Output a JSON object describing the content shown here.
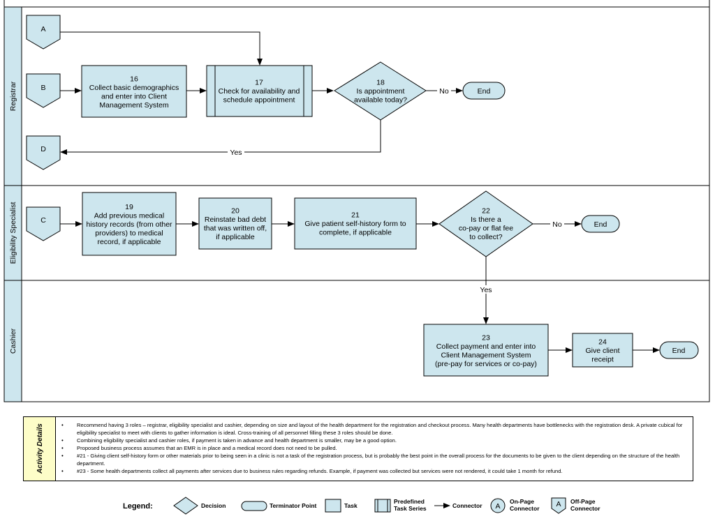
{
  "lanes": [
    {
      "id": "registrar",
      "label": "Registrar"
    },
    {
      "id": "eligibility",
      "label": "Eligibility Specialist"
    },
    {
      "id": "cashier",
      "label": "Cashier"
    }
  ],
  "connectors": {
    "a": "A",
    "b": "B",
    "c": "C",
    "d": "D"
  },
  "nodes": {
    "n16": {
      "lines": [
        "16",
        "Collect basic demographics",
        "and enter into Client",
        "Management System"
      ]
    },
    "n17": {
      "lines": [
        "17",
        "Check for availability and",
        "schedule appointment"
      ]
    },
    "n18": {
      "lines": [
        "18",
        "Is appointment",
        "available today?"
      ]
    },
    "n19": {
      "lines": [
        "19",
        "Add previous medical",
        "history records (from other",
        "providers) to medical",
        "record, if applicable"
      ]
    },
    "n20": {
      "lines": [
        "20",
        "Reinstate bad debt",
        "that was written off,",
        "if applicable"
      ]
    },
    "n21": {
      "lines": [
        "21",
        "Give patient self-history form to",
        "complete, if applicable"
      ]
    },
    "n22": {
      "lines": [
        "22",
        "Is there a",
        "co-pay or flat fee",
        "to collect?"
      ]
    },
    "n23": {
      "lines": [
        "23",
        "Collect payment and enter into",
        "Client Management System",
        "(pre-pay for services or co-pay)"
      ]
    },
    "n24": {
      "lines": [
        "24",
        "Give client",
        "receipt"
      ]
    },
    "end1": "End",
    "end2": "End",
    "end3": "End"
  },
  "edge_labels": {
    "no18": "No",
    "yes18": "Yes",
    "no22": "No",
    "yes22": "Yes"
  },
  "details": {
    "title": "Activity Details",
    "items": [
      "Recommend having 3 roles – registrar, eligibility specialist and cashier, depending on size and layout of the health department for the registration and checkout process.  Many health departments have bottlenecks with the registration desk.  A private cubical for eligibility specialist to meet with clients to gather information is ideal. Cross-training of all personnel filling these 3 roles should be done.",
      "Combining eligibility specialist and cashier roles, if payment is taken in advance and health department is smaller, may be a good option.",
      "Proposed business process assumes that an EMR is in place and a medical record does not need to be pulled.",
      "#21 - Giving client self-history form or other materials prior to being seen in a clinic is not a task of the registration process, but is probably the best point in the overall process for the documents to be given to the client depending on the structure of the health department.",
      "#23 - Some health departments collect all payments after services due to business rules regarding refunds. Example, if payment was collected but services were not rendered, it could take 1 month for refund."
    ]
  },
  "legend": {
    "title": "Legend:",
    "decision": "Decision",
    "terminator": "Terminator Point",
    "task": "Task",
    "predefined": [
      "Predefined",
      "Task Series"
    ],
    "connector": "Connector",
    "onpage_letter": "A",
    "onpage": [
      "On-Page",
      "Connector"
    ],
    "offpage_letter": "A",
    "offpage": [
      "Off-Page",
      "Connector"
    ]
  },
  "colors": {
    "shape_fill": "#cde6ee",
    "lane_header": "#cde6ee",
    "details_side": "#fdfdc8",
    "stroke": "#000000"
  }
}
